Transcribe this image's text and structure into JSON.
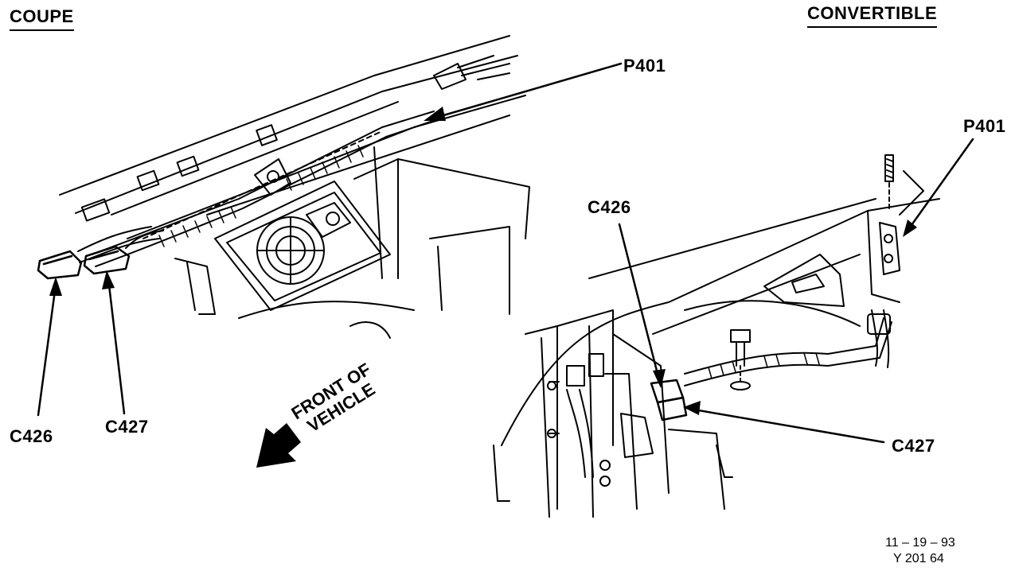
{
  "headings": {
    "left": "COUPE",
    "right": "CONVERTIBLE"
  },
  "callouts": {
    "p401_left": "P401",
    "c426_left": "C426",
    "c427_left": "C427",
    "p401_right": "P401",
    "c426_right": "C426",
    "c427_right": "C427"
  },
  "direction": {
    "line1": "FRONT OF",
    "line2": "VEHICLE"
  },
  "footer": {
    "date": "11 – 19 – 93",
    "code": "Y 201 64"
  }
}
